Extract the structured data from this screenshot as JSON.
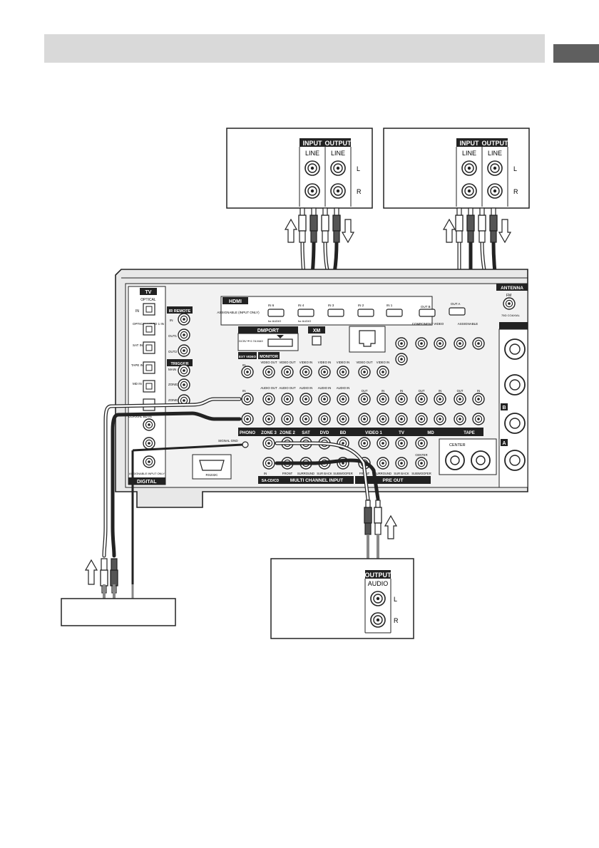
{
  "section_header": "",
  "recorder_md": {
    "input": "INPUT",
    "output": "OUTPUT",
    "line": "LINE",
    "left": "L",
    "right": "R"
  },
  "recorder_tape": {
    "input": "INPUT",
    "output": "OUTPUT",
    "line": "LINE",
    "left": "L",
    "right": "R"
  },
  "player": {
    "output": "OUTPUT",
    "audio": "AUDIO",
    "left": "L",
    "right": "R"
  },
  "receiver": {
    "tv_block": {
      "title": "TV",
      "optical": "OPTICAL",
      "in": "IN"
    },
    "optical_inputs": [
      "OPTICAL VIDEO 1 IN",
      "SAT IN",
      "TAPE IN",
      "MD IN"
    ],
    "ir_remote": {
      "title": "IR REMOTE",
      "in": "IN",
      "out1": "OUT1",
      "out2": "OUT2"
    },
    "trigger": {
      "title": "TRIGGER",
      "labels": [
        "MAIN",
        "ZONE2",
        "ZONE3"
      ]
    },
    "coaxial": "COAXIAL BD IN",
    "assignable_input_only": "ASSIGNABLE INPUT ONLY",
    "digital": "DIGITAL",
    "hdmi": {
      "title": "HDMI",
      "note": "ASSIGNABLE (INPUT ONLY)",
      "ports": [
        "IN 6",
        "IN 4",
        "IN 3",
        "IN 2",
        "IN 1"
      ],
      "for_audio": "for AUDIO",
      "outputs": [
        "OUT B",
        "OUT A"
      ]
    },
    "dmport": {
      "title": "DMPORT",
      "rating": "DC5V ⎓ 0.7A MAX"
    },
    "xm": "XM",
    "antenna": {
      "title": "ANTENNA",
      "fm": "FM",
      "coaxial": "75Ω COAXIAL"
    },
    "ext_video": "EXT VIDEO",
    "monitor": "MONITOR",
    "col_labels": [
      "PHONO",
      "ZONE 3",
      "ZONE 2",
      "SAT",
      "DVD",
      "BD",
      "VIDEO 1",
      "TV",
      "MD",
      "TAPE"
    ],
    "row_labels": {
      "video_out": "VIDEO OUT",
      "audio_out": "AUDIO OUT",
      "video_in": "VIDEO IN",
      "audio_in": "AUDIO IN",
      "in": "IN",
      "out": "OUT"
    },
    "signal_gnd": "SIGNAL GND",
    "sacd": "SA-CD/CD",
    "multi_channel_input": "MULTI CHANNEL INPUT",
    "multi_labels": [
      "FRONT",
      "SURROUND",
      "SUR BACK",
      "SUBWOOFER"
    ],
    "pre_out": "PRE OUT",
    "pre_labels": [
      "FRONT",
      "SURROUND",
      "SUR BACK",
      "SUBWOOFER"
    ],
    "center": "CENTER",
    "rs232c": "RS232C",
    "component": "COMPONENT VIDEO",
    "assignable": "ASSIGNABLE",
    "speaker_b": "B",
    "speaker_a": "A"
  },
  "turntable_label": ""
}
